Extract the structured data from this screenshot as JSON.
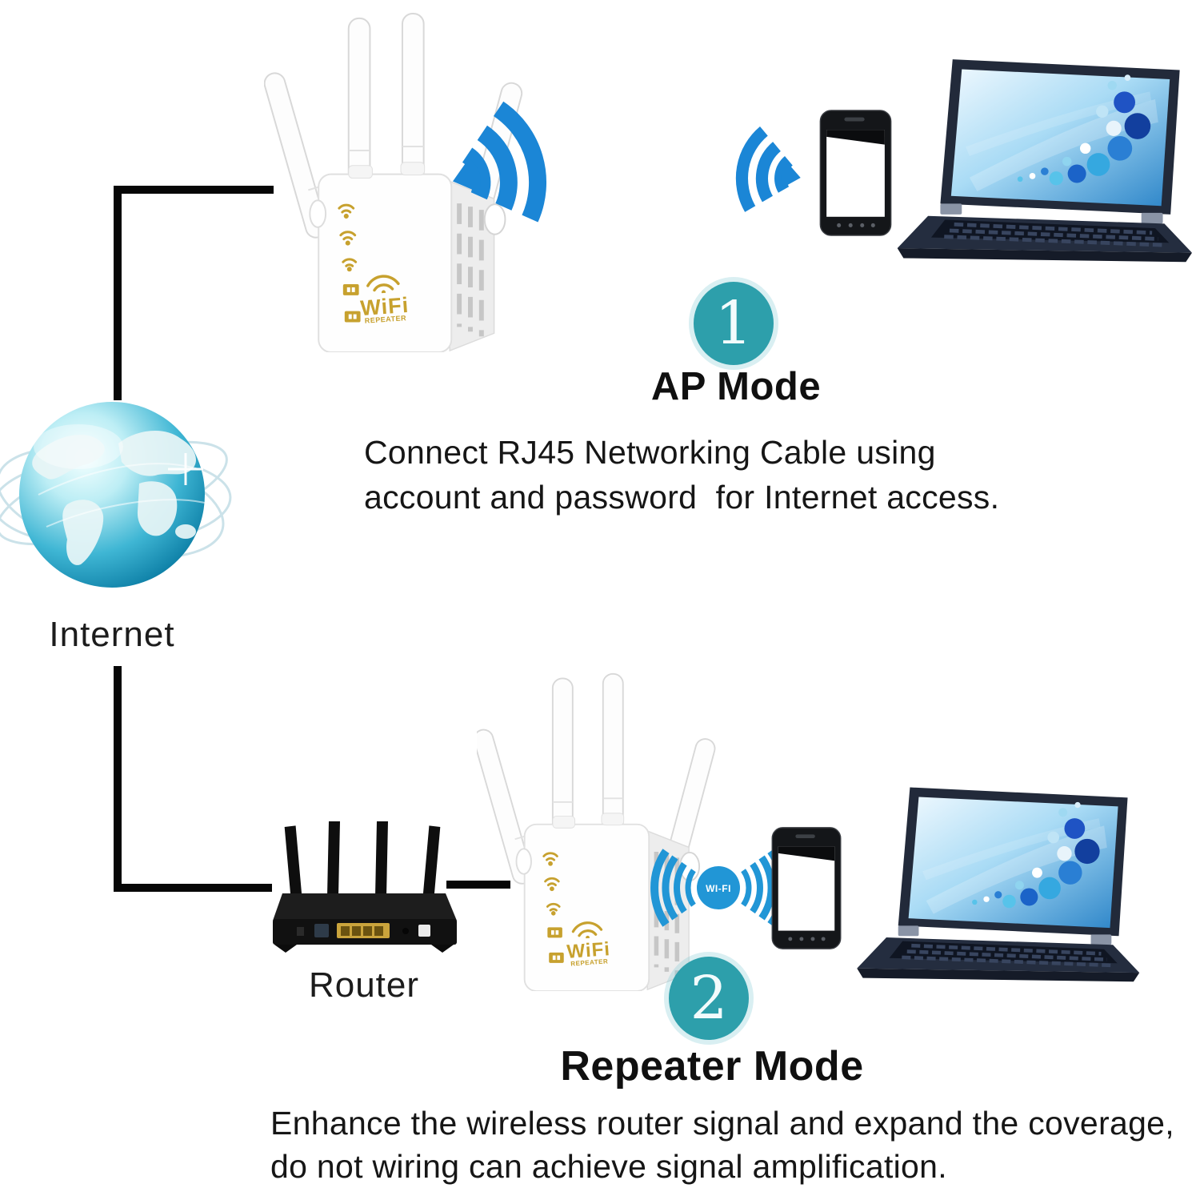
{
  "colors": {
    "wifi_blue": "#1b86d6",
    "badge_blue": "#2196d6",
    "step_teal": "#2d9fab",
    "device_gold": "#c7a12e",
    "line_black": "#070707",
    "text_black": "#171717"
  },
  "internet": {
    "label": "Internet"
  },
  "router": {
    "label": "Router"
  },
  "repeater": {
    "logo_wifi": "WiFi",
    "logo_repeater": "REPEATER"
  },
  "wifi_badge": {
    "label": "WI-FI"
  },
  "steps": {
    "step1": {
      "number": "1",
      "title": "AP Mode",
      "description_line1": "Connect RJ45 Networking Cable using",
      "description_line2": "account and password  for Internet access."
    },
    "step2": {
      "number": "2",
      "title": "Repeater Mode",
      "description_line1": "Enhance the wireless router signal and expand the coverage,",
      "description_line2": "do not wiring can achieve signal amplification."
    }
  }
}
